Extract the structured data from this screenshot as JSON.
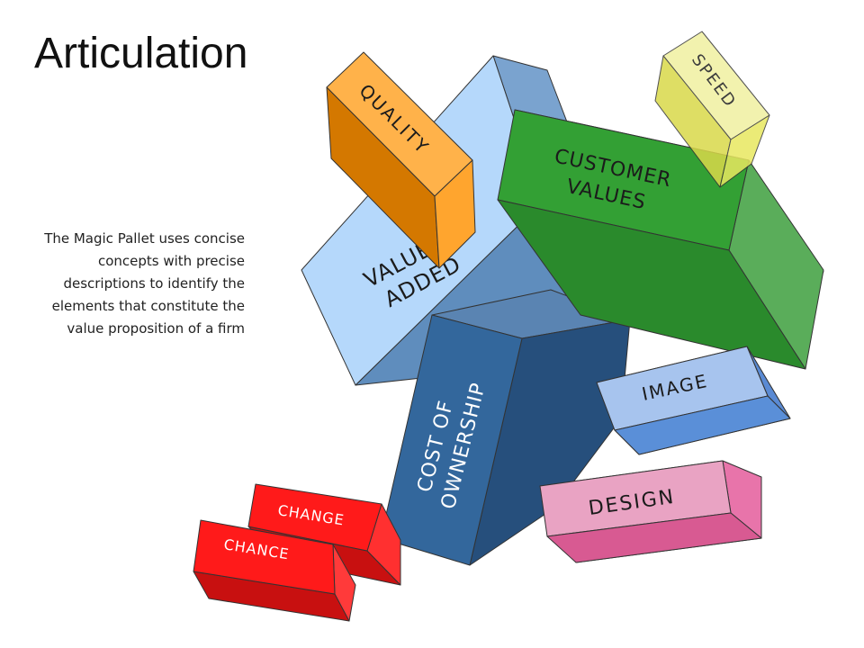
{
  "slide": {
    "title": "Articulation",
    "description": "The Magic Pallet uses concise concepts with precise descriptions to identify the elements that constitute the value proposition of a firm"
  },
  "blocks": {
    "value_added": {
      "line1": "VALUE",
      "line2": "ADDED"
    },
    "quality": {
      "label": "QUALITY"
    },
    "customer_values": {
      "line1": "CUSTOMER",
      "line2": "VALUES"
    },
    "speed": {
      "label": "SPEED"
    },
    "cost_of_ownership": {
      "line1": "COST OF",
      "line2": "OWNERSHIP"
    },
    "image": {
      "label": "IMAGE"
    },
    "design": {
      "label": "DESIGN"
    },
    "change": {
      "label": "CHANGE"
    },
    "chance": {
      "label": "CHANCE"
    }
  },
  "colors": {
    "light_blue": "#a9d1fa",
    "dark_blue": "#2e5f92",
    "orange": "#ff9b14",
    "green": "#2f9a31",
    "yellow": "#eaea7a",
    "image_blue": "#5a8fd8",
    "pink": "#e06a9e",
    "red": "#ff1a1a"
  }
}
